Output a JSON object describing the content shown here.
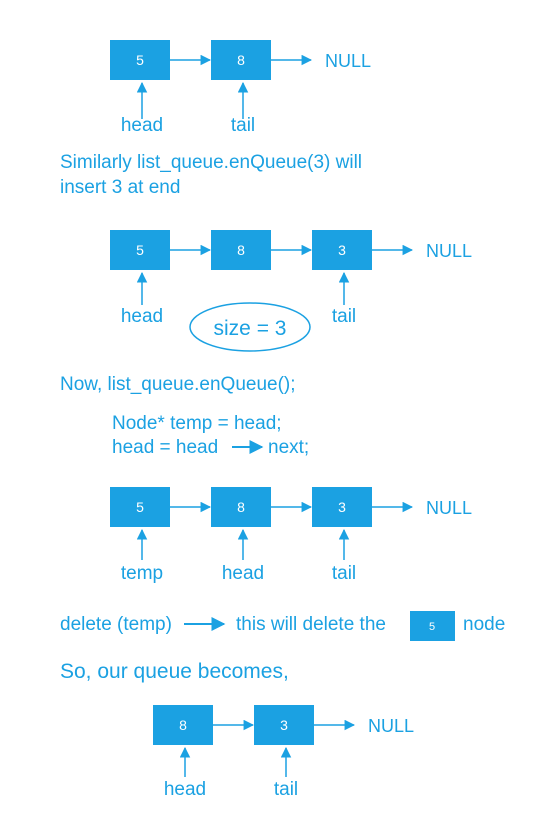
{
  "colors": {
    "accent": "#1ba1e2",
    "node_text": "#ffffff",
    "background": "#ffffff"
  },
  "null_label": "NULL",
  "diagram1": {
    "nodes": [
      "5",
      "8"
    ],
    "pointers": [
      {
        "label": "head",
        "node": 0
      },
      {
        "label": "tail",
        "node": 1
      }
    ]
  },
  "caption1": {
    "line1": "Similarly list_queue.enQueue(3) will",
    "line2": "insert 3 at end"
  },
  "diagram2": {
    "nodes": [
      "5",
      "8",
      "3"
    ],
    "pointers": [
      {
        "label": "head",
        "node": 0
      },
      {
        "label": "tail",
        "node": 2
      }
    ],
    "size_label": "size = 3"
  },
  "caption2": "Now, list_queue.enQueue();",
  "code": {
    "line1": "Node* temp = head;",
    "line2_left": "head = head",
    "line2_right": "next;"
  },
  "diagram3": {
    "nodes": [
      "5",
      "8",
      "3"
    ],
    "pointers": [
      {
        "label": "temp",
        "node": 0
      },
      {
        "label": "head",
        "node": 1
      },
      {
        "label": "tail",
        "node": 2
      }
    ]
  },
  "delete_line": {
    "left": "delete (temp)",
    "middle": "this will delete the",
    "node_value": "5",
    "right": "node"
  },
  "caption3": "So, our queue becomes,",
  "diagram4": {
    "nodes": [
      "8",
      "3"
    ],
    "pointers": [
      {
        "label": "head",
        "node": 0
      },
      {
        "label": "tail",
        "node": 1
      }
    ]
  }
}
